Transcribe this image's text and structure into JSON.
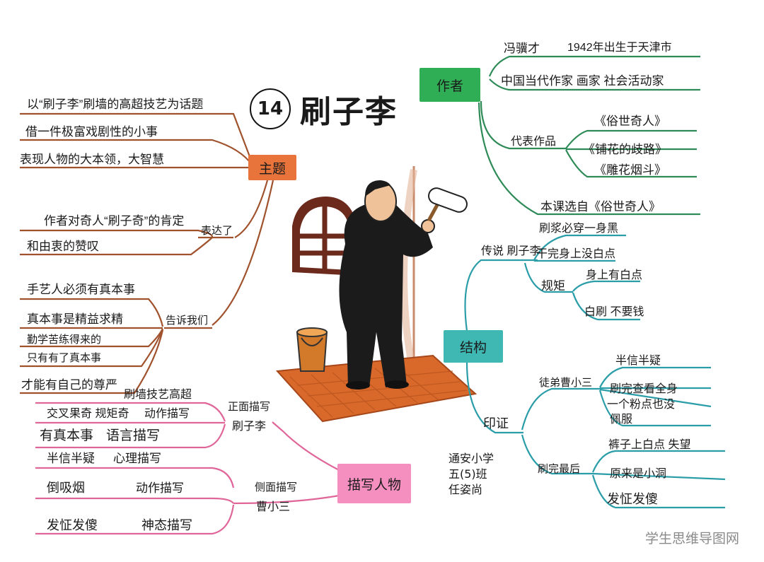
{
  "title": {
    "number": "14",
    "text": "刷子李"
  },
  "watermark": "学生思维导图网",
  "signature": [
    "通安小学",
    "五(5)班",
    "任姿尚"
  ],
  "colors": {
    "zhuti": "#a0522d",
    "zuozhe": "#2e8b57",
    "jiegou": "#2a9da8",
    "miaoxie": "#e0669a",
    "box_zhuti": "#e8743b",
    "box_zuozhe": "#2fae55",
    "box_jiegou": "#3fb8b4",
    "box_miaoxie": "#f58fc0",
    "wall": "#e9b9a2",
    "floor": "#d9692a",
    "window": "#6b2a1c",
    "figure": "#1b1b1b"
  },
  "nodes": {
    "zhuti": {
      "label": "主题",
      "items": [
        "以“刷子李”刷墙的高超技艺为话题",
        "借一件极富戏剧性的小事",
        "表现人物的大本领，大智慧"
      ],
      "biaoda": {
        "label": "表达了",
        "items": [
          "作者对奇人“刷子奇”的肯定",
          "和由衷的赞叹"
        ]
      },
      "gaosu": {
        "label": "告诉我们",
        "items": [
          "手艺人必须有真本事",
          "真本事是精益求精",
          "勤学苦练得来的",
          "只有有了真本事",
          "才能有自己的尊严"
        ]
      }
    },
    "zuozhe": {
      "label": "作者",
      "name": "冯骥才",
      "birth": "1942年出生于天津市",
      "identity": "中国当代作家  画家  社会活动家",
      "works_label": "代表作品",
      "works": [
        "《俗世奇人》",
        "《铺花的歧路》",
        "《雕花烟斗》"
      ],
      "source": "本课选自《俗世奇人》"
    },
    "jiegou": {
      "label": "结构",
      "chuanshuo": {
        "label": "传说 刷子李",
        "items": [
          "刷浆必穿一身黑",
          "干完身上没白点"
        ],
        "guiju": {
          "label": "规矩",
          "items": [
            "身上有白点",
            "白刷 不要钱"
          ]
        }
      },
      "yinzheng": {
        "label": "印证",
        "tudi": {
          "label": "徒弟曹小三",
          "items": [
            "半信半疑",
            "刷完查看全身",
            "一个粉点也没",
            "佩服"
          ]
        },
        "zuihou": {
          "label": "刷完最后",
          "items": [
            "裤子上白点 失望",
            "原来是小洞",
            "发怔发傻"
          ]
        }
      }
    },
    "miaoxie": {
      "label": "描写人物",
      "zhengmian": {
        "label1": "正面描写",
        "label2": "刷子李",
        "rows": [
          [
            "刷墙技艺高超",
            ""
          ],
          [
            "交叉果奇 规矩奇",
            "动作描写"
          ],
          [
            "有真本事",
            "语言描写"
          ]
        ]
      },
      "cemian": {
        "label1": "侧面描写",
        "label2": "曹小三",
        "rows": [
          [
            "半信半疑",
            "心理描写"
          ],
          [
            "倒吸烟",
            "动作描写"
          ],
          [
            "发怔发傻",
            "神态描写"
          ]
        ]
      }
    }
  }
}
